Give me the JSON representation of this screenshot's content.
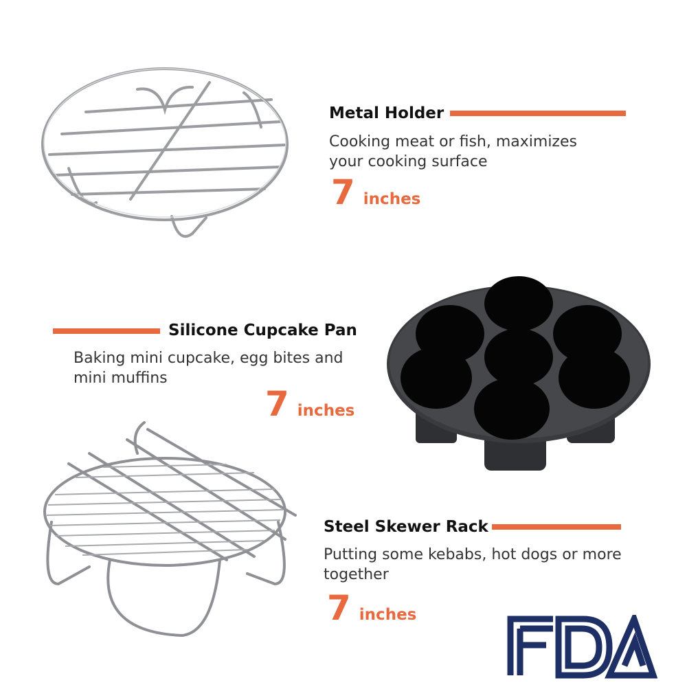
{
  "colors": {
    "accent": "#e8693e",
    "fda_navy": "#1d2f64",
    "text": "#333333"
  },
  "products": [
    {
      "title": "Metal Holder",
      "description_line1": "Cooking meat or fish, maximizes",
      "description_line2": "your cooking surface",
      "size_number": "7",
      "size_unit": "inches",
      "image_icon": "metal-rack-icon"
    },
    {
      "title": "Silicone Cupcake Pan",
      "description_line1": "Baking mini cupcake, egg bites and",
      "description_line2": "mini muffins",
      "size_number": "7",
      "size_unit": "inches",
      "image_icon": "cupcake-pan-icon"
    },
    {
      "title": "Steel Skewer Rack",
      "description_line1": "Putting some kebabs, hot dogs or more",
      "description_line2": "together",
      "size_number": "7",
      "size_unit": "inches",
      "image_icon": "skewer-rack-icon"
    }
  ],
  "logo": {
    "text": "FDA",
    "icon": "fda-logo-icon"
  }
}
